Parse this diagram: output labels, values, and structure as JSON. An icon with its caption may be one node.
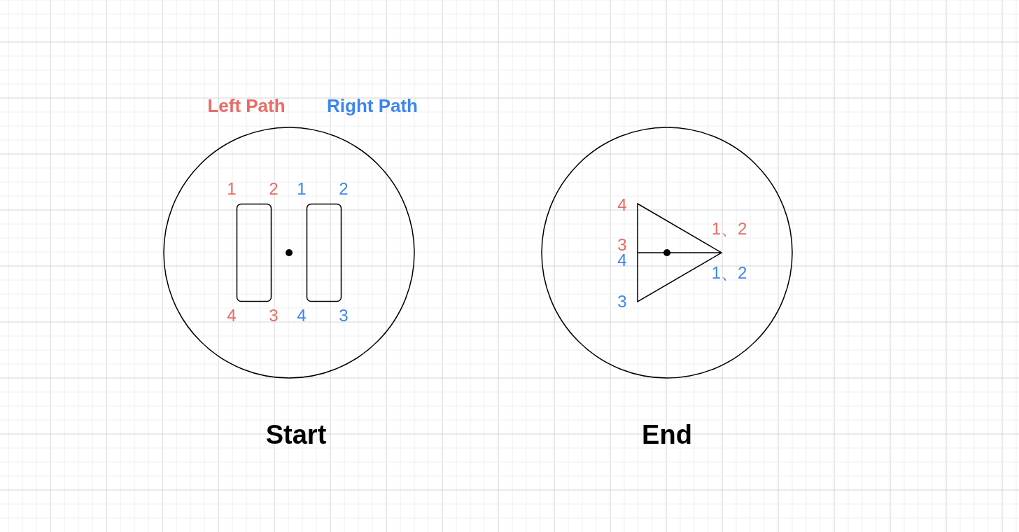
{
  "diagram": {
    "nodes": [
      {
        "text": [],
        "shape": "circle",
        "beside": [
          "Start"
        ]
      },
      {
        "text": [],
        "shape": "box",
        "in": 0
      },
      {
        "text": [],
        "shape": "box",
        "in": 0
      },
      {
        "text": [],
        "shape": "circle",
        "beside": [
          "End"
        ]
      },
      {
        "text": [],
        "shape": "triangle",
        "in": 3
      }
    ],
    "labels": [
      "Left Path",
      "Right Path",
      "1",
      "2",
      "1",
      "2",
      "4",
      "3",
      "4",
      "3",
      "4",
      "1、2",
      "3",
      "4",
      "1、2",
      "3"
    ]
  }
}
